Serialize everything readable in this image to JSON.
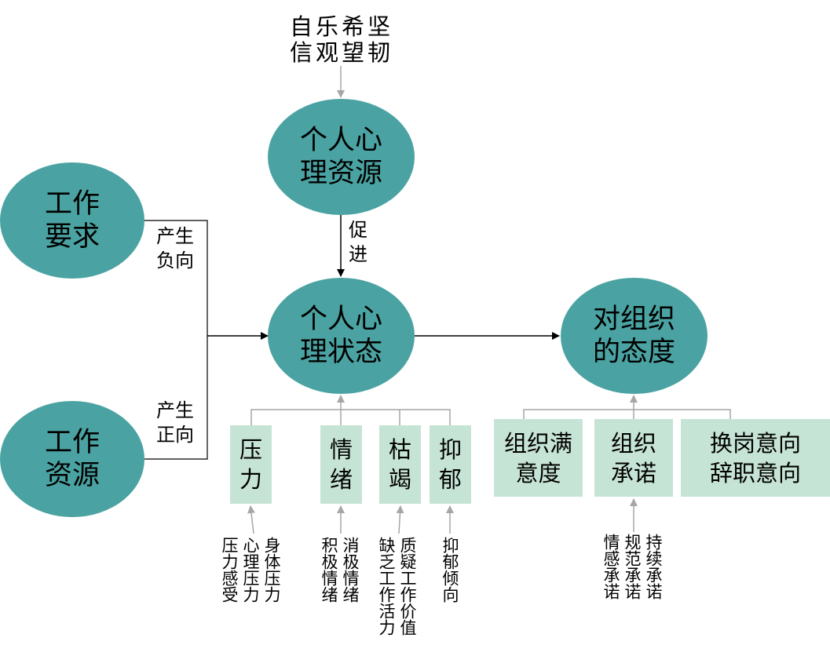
{
  "top_label": {
    "line1": "自乐希坚",
    "line2": "信观望韧"
  },
  "nodes": {
    "psych_resources": {
      "line1": "个人心",
      "line2": "理资源"
    },
    "psych_state": {
      "line1": "个人心",
      "line2": "理状态"
    },
    "org_attitude": {
      "line1": "对组织",
      "line2": "的态度"
    },
    "job_demands": {
      "line1": "工作",
      "line2": "要求"
    },
    "job_resources": {
      "line1": "工作",
      "line2": "资源"
    }
  },
  "edge_labels": {
    "promote": {
      "line1": "促",
      "line2": "进"
    },
    "negative": {
      "line1": "产生",
      "line2": "负向"
    },
    "positive": {
      "line1": "产生",
      "line2": "正向"
    }
  },
  "state_boxes": [
    {
      "line1": "压",
      "line2": "力",
      "sub": [
        "身体压力",
        "心理压力",
        "压力感受"
      ]
    },
    {
      "line1": "情",
      "line2": "绪",
      "sub": [
        "消极情绪",
        "积极情绪"
      ]
    },
    {
      "line1": "枯",
      "line2": "竭",
      "sub": [
        "质疑工作价值",
        "缺乏工作活力"
      ]
    },
    {
      "line1": "抑",
      "line2": "郁",
      "sub": [
        "抑郁倾向"
      ]
    }
  ],
  "attitude_boxes": [
    {
      "line1": "组织满",
      "line2": "意度"
    },
    {
      "line1": "组织",
      "line2": "承诺",
      "sub": [
        "持续承诺",
        "规范承诺",
        "情感承诺"
      ]
    },
    {
      "line1": "换岗意向",
      "line2": "辞职意向"
    }
  ],
  "colors": {
    "node": "#4aa3a2",
    "box": "#c6e4d5",
    "line": "#a6a6a6",
    "arrow": "#000000"
  }
}
